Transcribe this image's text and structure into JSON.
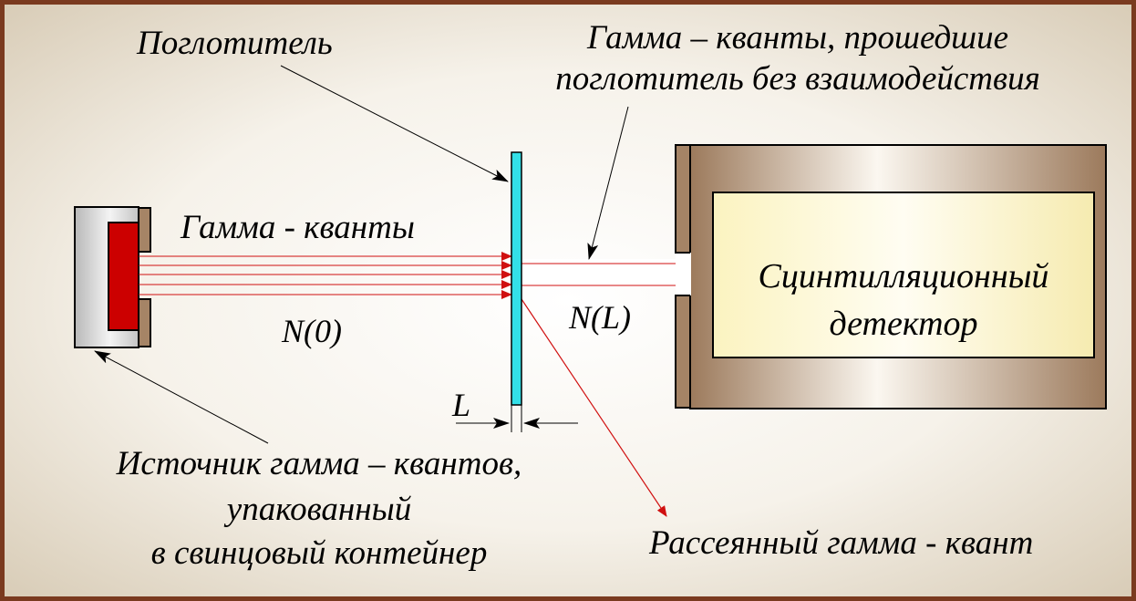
{
  "labels": {
    "absorber": "Поглотитель",
    "passed_quanta": [
      "Гамма – кванты, прошедшие",
      "поглотитель без взаимодействия"
    ],
    "gamma_quanta": "Гамма - кванты",
    "n0": "N(0)",
    "nl": "N(L)",
    "thickness": "L",
    "detector": [
      "Сцинтилляционный",
      "детектор"
    ],
    "source": [
      "Источник гамма – квантов,",
      "упакованный",
      "в свинцовый контейнер"
    ],
    "scattered": "Рассеянный гамма - квант"
  },
  "colors": {
    "frame": "#7a3a1f",
    "background_center": "#ffffff",
    "background_edge": "#d9cdb8",
    "absorber_plate": "#33e0e8",
    "source_core": "#cc0000",
    "beam": "#d01010",
    "lead_container": "#d0d0d0",
    "detector_housing": "#a58466",
    "detector_crystal": "#fdf6c8"
  }
}
